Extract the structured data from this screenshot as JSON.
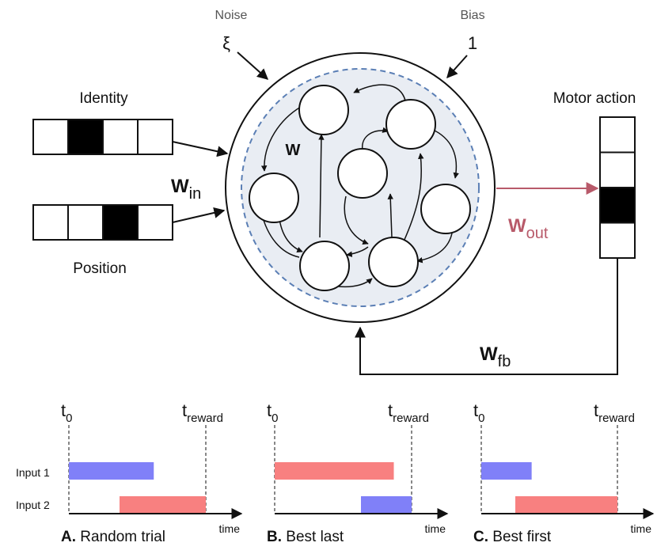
{
  "network": {
    "noise_label": "Noise",
    "noise_symbol": "ξ",
    "bias_label": "Bias",
    "bias_symbol": "1",
    "identity_label": "Identity",
    "position_label": "Position",
    "motor_label": "Motor action",
    "w_recurrent": "W",
    "w_in": {
      "main": "W",
      "sub": "in"
    },
    "w_out": {
      "main": "W",
      "sub": "out"
    },
    "w_fb": {
      "main": "W",
      "sub": "fb"
    },
    "identity_cells": 4,
    "identity_active_index": 1,
    "position_cells": 4,
    "position_active_index": 2,
    "motor_cells": 4,
    "motor_active_index": 2,
    "colors": {
      "w_out": "#b85a6a",
      "dashed_boundary": "#5b7fb5",
      "reservoir_fill": "#e9edf3"
    }
  },
  "timing": {
    "t0": {
      "main": "t",
      "sub": "0"
    },
    "treward": {
      "main": "t",
      "sub": "reward"
    },
    "input1_label": "Input 1",
    "input2_label": "Input 2",
    "time_label": "time",
    "colors": {
      "blue": "#8080f8",
      "red": "#f88080"
    },
    "panels": [
      {
        "letter": "A.",
        "title": "Random trial",
        "input1": {
          "color": "blue",
          "start": 0.0,
          "end": 0.62
        },
        "input2": {
          "color": "red",
          "start": 0.37,
          "end": 1.0
        }
      },
      {
        "letter": "B.",
        "title": "Best last",
        "input1": {
          "color": "red",
          "start": 0.0,
          "end": 0.87
        },
        "input2": {
          "color": "blue",
          "start": 0.63,
          "end": 1.0
        }
      },
      {
        "letter": "C.",
        "title": "Best first",
        "input1": {
          "color": "blue",
          "start": 0.0,
          "end": 0.37
        },
        "input2": {
          "color": "red",
          "start": 0.25,
          "end": 1.0
        }
      }
    ]
  }
}
